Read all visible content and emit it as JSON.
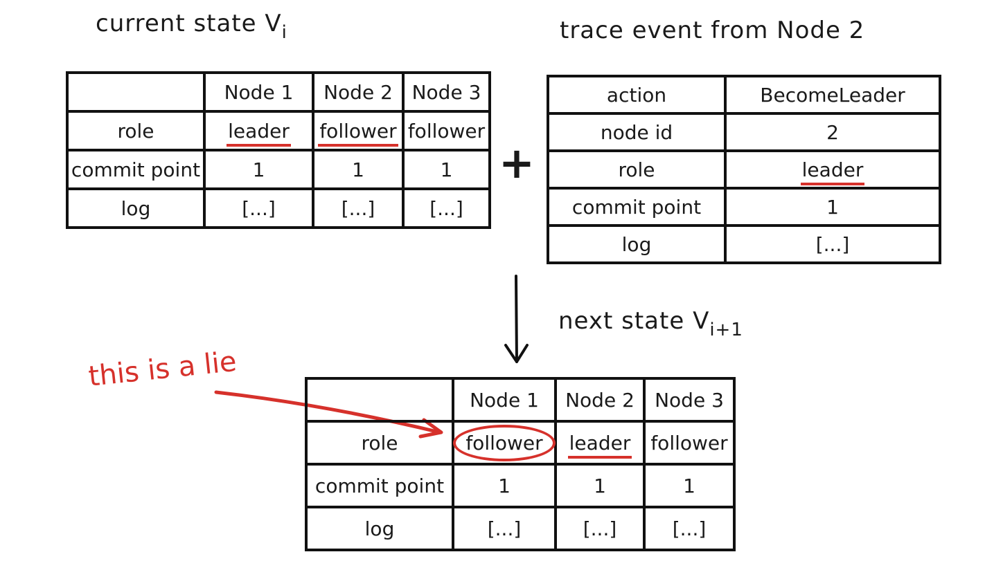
{
  "current_state": {
    "title": "current state V",
    "title_sub": "i",
    "columns": [
      "",
      "Node 1",
      "Node 2",
      "Node 3"
    ],
    "rows": [
      {
        "label": "role",
        "cells": [
          "leader",
          "follower",
          "follower"
        ]
      },
      {
        "label": "commit point",
        "cells": [
          "1",
          "1",
          "1"
        ]
      },
      {
        "label": "log",
        "cells": [
          "[...]",
          "[...]",
          "[...]"
        ]
      }
    ]
  },
  "operator": "+",
  "trace_event": {
    "title": "trace event from Node 2",
    "rows": [
      {
        "label": "action",
        "value": "BecomeLeader"
      },
      {
        "label": "node id",
        "value": "2"
      },
      {
        "label": "role",
        "value": "leader"
      },
      {
        "label": "commit point",
        "value": "1"
      },
      {
        "label": "log",
        "value": "[...]"
      }
    ]
  },
  "next_state": {
    "title": "next state V",
    "title_sub": "i+1",
    "columns": [
      "",
      "Node 1",
      "Node 2",
      "Node 3"
    ],
    "rows": [
      {
        "label": "role",
        "cells": [
          "follower",
          "leader",
          "follower"
        ]
      },
      {
        "label": "commit point",
        "cells": [
          "1",
          "1",
          "1"
        ]
      },
      {
        "label": "log",
        "cells": [
          "[...]",
          "[...]",
          "[...]"
        ]
      }
    ]
  },
  "annotation": {
    "text": "this is a lie",
    "color": "#d6312b"
  }
}
